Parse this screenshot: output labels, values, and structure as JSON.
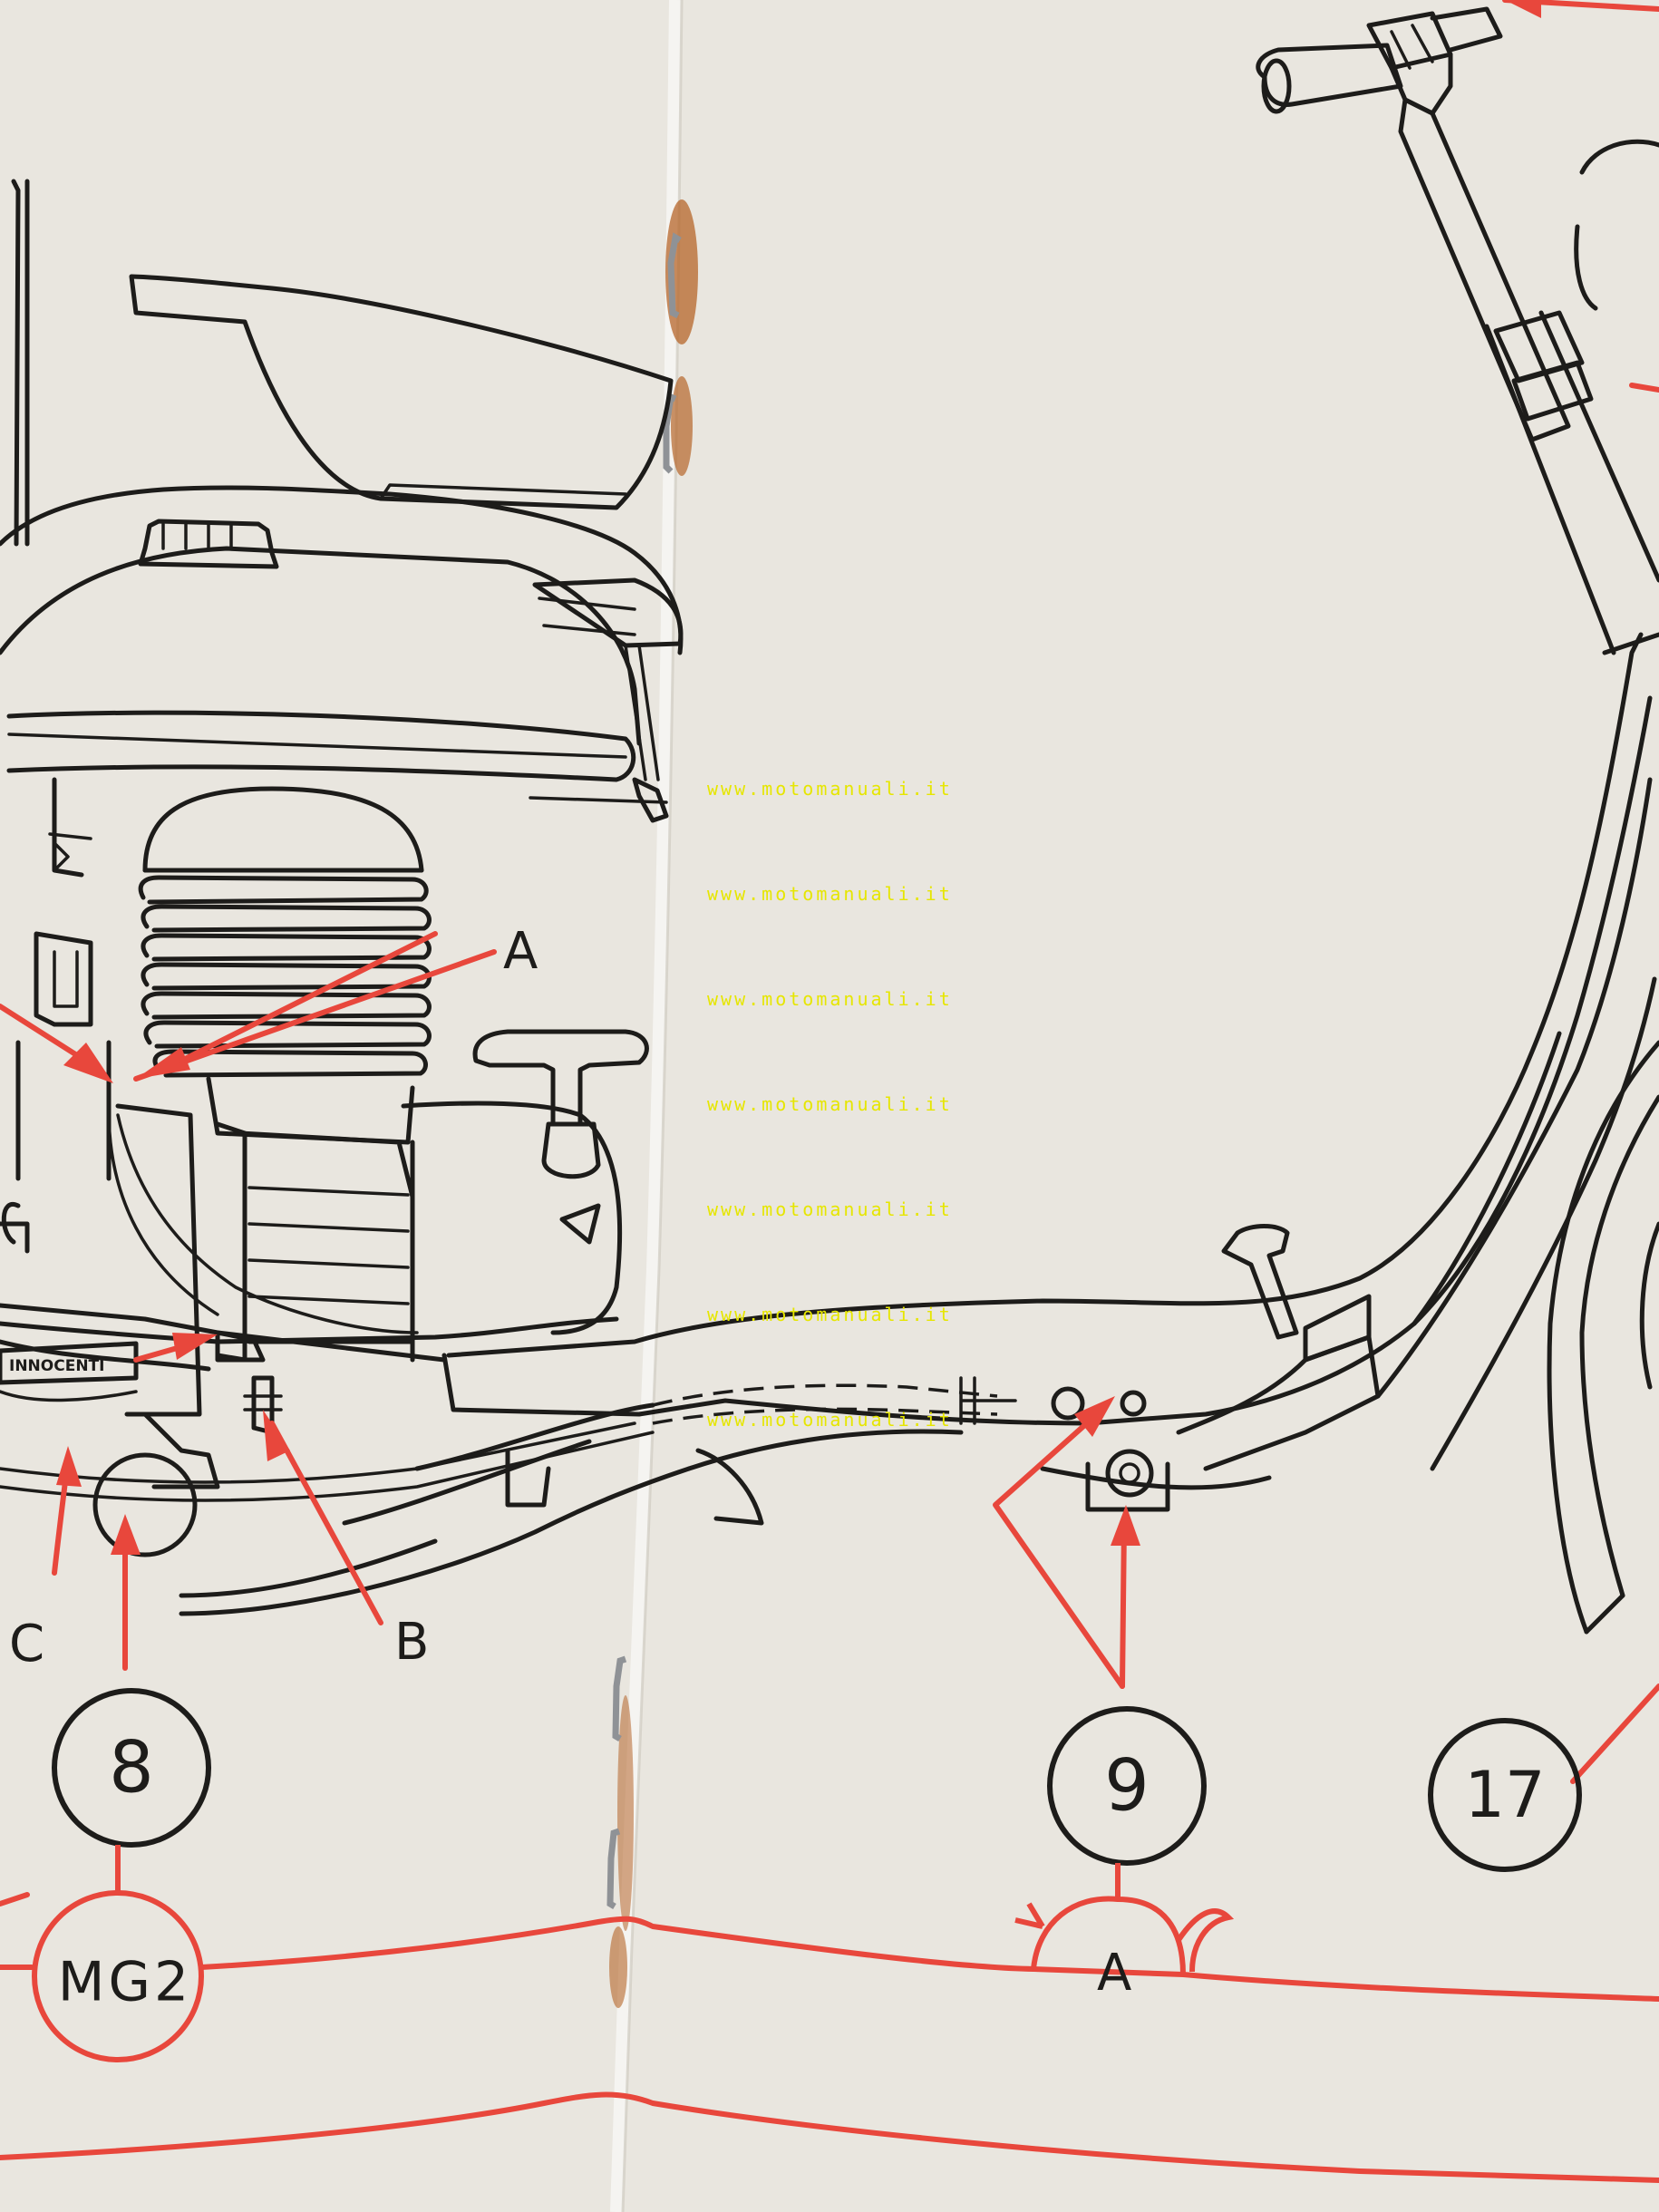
{
  "labels": {
    "a_upper": "A",
    "b": "B",
    "c": "C",
    "a_lower": "A"
  },
  "callouts": {
    "n8": "8",
    "n9": "9",
    "n17": "17",
    "mg2": "MG2"
  },
  "badge_text": "INNOCENTI",
  "watermark_text": "www.motomanuali.it",
  "watermarks": [
    "www.motomanuali.it",
    "www.motomanuali.it",
    "www.motomanuali.it",
    "www.motomanuali.it",
    "www.motomanuali.it",
    "www.motomanuali.it",
    "www.motomanuali.it"
  ],
  "colors": {
    "paper": "#e9e6df",
    "ink": "#1d1c1a",
    "red_line": "#e8473c",
    "watermark": "#e6e600",
    "rust": "#b5652a"
  }
}
